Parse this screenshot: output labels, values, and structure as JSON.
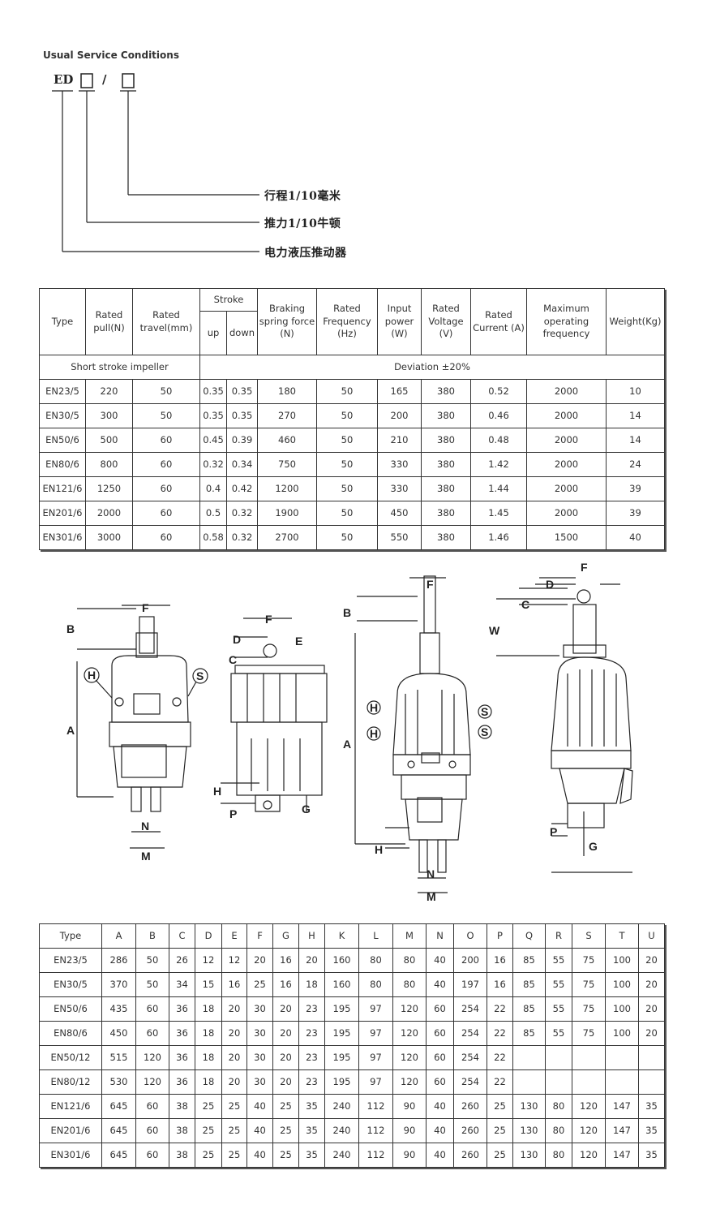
{
  "header": {
    "title": "Usual Service Conditions"
  },
  "model_code": {
    "prefix": "ED",
    "separator": "/",
    "legend": [
      "行程1/10毫米",
      "推力1/10牛顿",
      "电力液压推动器"
    ]
  },
  "spec_table": {
    "headers": {
      "type": "Type",
      "rated_pull": "Rated pull(N)",
      "rated_travel": "Rated travel(mm)",
      "stroke": "Stroke",
      "stroke_up": "up",
      "stroke_down": "down",
      "braking_force": "Braking spring force (N)",
      "frequency": "Rated Frequency (Hz)",
      "input_power": "Input power (W)",
      "voltage": "Rated Voltage (V)",
      "current": "Rated Current (A)",
      "max_freq": "Maximum operating frequency",
      "weight": "Weight(Kg)"
    },
    "group_left": "Short stroke impeller",
    "group_right": "Deviation ±20%",
    "rows": [
      [
        "EN23/5",
        "220",
        "50",
        "0.35",
        "0.35",
        "180",
        "50",
        "165",
        "380",
        "0.52",
        "2000",
        "10"
      ],
      [
        "EN30/5",
        "300",
        "50",
        "0.35",
        "0.35",
        "270",
        "50",
        "200",
        "380",
        "0.46",
        "2000",
        "14"
      ],
      [
        "EN50/6",
        "500",
        "60",
        "0.45",
        "0.39",
        "460",
        "50",
        "210",
        "380",
        "0.48",
        "2000",
        "14"
      ],
      [
        "EN80/6",
        "800",
        "60",
        "0.32",
        "0.34",
        "750",
        "50",
        "330",
        "380",
        "1.42",
        "2000",
        "24"
      ],
      [
        "EN121/6",
        "1250",
        "60",
        "0.4",
        "0.42",
        "1200",
        "50",
        "330",
        "380",
        "1.44",
        "2000",
        "39"
      ],
      [
        "EN201/6",
        "2000",
        "60",
        "0.5",
        "0.32",
        "1900",
        "50",
        "450",
        "380",
        "1.45",
        "2000",
        "39"
      ],
      [
        "EN301/6",
        "3000",
        "60",
        "0.58",
        "0.32",
        "2700",
        "50",
        "550",
        "380",
        "1.46",
        "1500",
        "40"
      ]
    ]
  },
  "diagram_labels": {
    "F": "F",
    "B": "B",
    "A": "A",
    "H": "H",
    "S": "S",
    "N": "N",
    "M": "M",
    "C": "C",
    "D": "D",
    "E": "E",
    "P": "P",
    "G": "G",
    "W": "W"
  },
  "dim_table": {
    "headers": [
      "Type",
      "A",
      "B",
      "C",
      "D",
      "E",
      "F",
      "G",
      "H",
      "K",
      "L",
      "M",
      "N",
      "O",
      "P",
      "Q",
      "R",
      "S",
      "T",
      "U"
    ],
    "rows": [
      [
        "EN23/5",
        "286",
        "50",
        "26",
        "12",
        "12",
        "20",
        "16",
        "20",
        "160",
        "80",
        "80",
        "40",
        "200",
        "16",
        "85",
        "55",
        "75",
        "100",
        "20"
      ],
      [
        "EN30/5",
        "370",
        "50",
        "34",
        "15",
        "16",
        "25",
        "16",
        "18",
        "160",
        "80",
        "80",
        "40",
        "197",
        "16",
        "85",
        "55",
        "75",
        "100",
        "20"
      ],
      [
        "EN50/6",
        "435",
        "60",
        "36",
        "18",
        "20",
        "30",
        "20",
        "23",
        "195",
        "97",
        "120",
        "60",
        "254",
        "22",
        "85",
        "55",
        "75",
        "100",
        "20"
      ],
      [
        "EN80/6",
        "450",
        "60",
        "36",
        "18",
        "20",
        "30",
        "20",
        "23",
        "195",
        "97",
        "120",
        "60",
        "254",
        "22",
        "85",
        "55",
        "75",
        "100",
        "20"
      ],
      [
        "EN50/12",
        "515",
        "120",
        "36",
        "18",
        "20",
        "30",
        "20",
        "23",
        "195",
        "97",
        "120",
        "60",
        "254",
        "22",
        "",
        "",
        "",
        "",
        ""
      ],
      [
        "EN80/12",
        "530",
        "120",
        "36",
        "18",
        "20",
        "30",
        "20",
        "23",
        "195",
        "97",
        "120",
        "60",
        "254",
        "22",
        "",
        "",
        "",
        "",
        ""
      ],
      [
        "EN121/6",
        "645",
        "60",
        "38",
        "25",
        "25",
        "40",
        "25",
        "35",
        "240",
        "112",
        "90",
        "40",
        "260",
        "25",
        "130",
        "80",
        "120",
        "147",
        "35"
      ],
      [
        "EN201/6",
        "645",
        "60",
        "38",
        "25",
        "25",
        "40",
        "25",
        "35",
        "240",
        "112",
        "90",
        "40",
        "260",
        "25",
        "130",
        "80",
        "120",
        "147",
        "35"
      ],
      [
        "EN301/6",
        "645",
        "60",
        "38",
        "25",
        "25",
        "40",
        "25",
        "35",
        "240",
        "112",
        "90",
        "40",
        "260",
        "25",
        "130",
        "80",
        "120",
        "147",
        "35"
      ]
    ]
  }
}
